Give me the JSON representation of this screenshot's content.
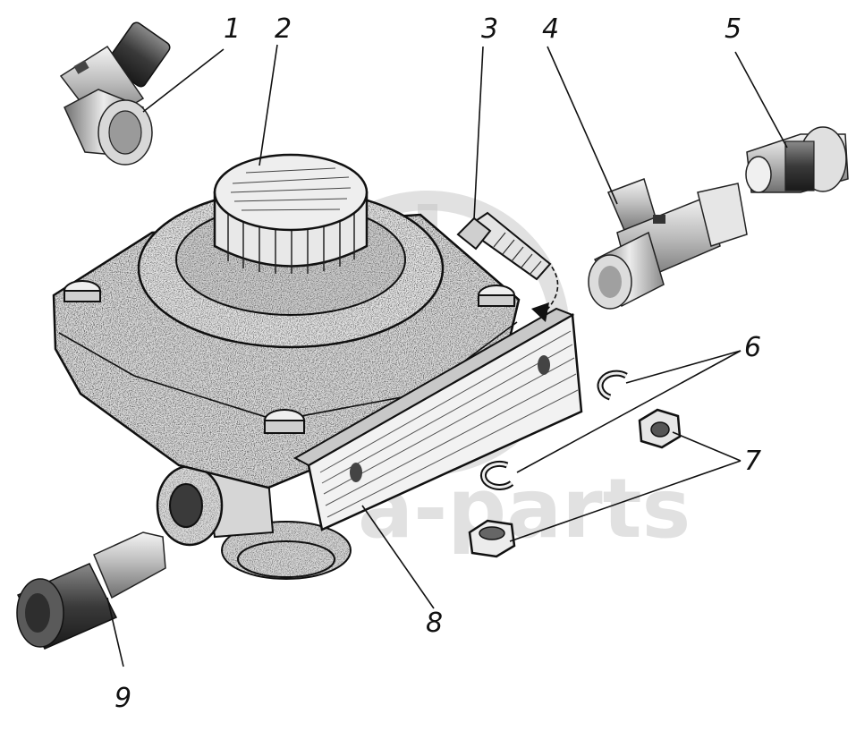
{
  "watermark": {
    "text": "a-parts"
  },
  "callouts": [
    {
      "id": "1",
      "label": "1"
    },
    {
      "id": "2",
      "label": "2"
    },
    {
      "id": "3",
      "label": "3"
    },
    {
      "id": "4",
      "label": "4"
    },
    {
      "id": "5",
      "label": "5"
    },
    {
      "id": "6",
      "label": "6"
    },
    {
      "id": "7",
      "label": "7"
    },
    {
      "id": "8",
      "label": "8"
    },
    {
      "id": "9",
      "label": "9"
    }
  ],
  "parts": [
    {
      "callout": "1",
      "shape": "elbow-fitting"
    },
    {
      "callout": "2",
      "shape": "valve-body"
    },
    {
      "callout": "3",
      "shape": "bolt"
    },
    {
      "callout": "4",
      "shape": "tee-fitting"
    },
    {
      "callout": "5",
      "shape": "straight-fitting"
    },
    {
      "callout": "6",
      "shape": "spring-washer"
    },
    {
      "callout": "7",
      "shape": "hex-nut"
    },
    {
      "callout": "8",
      "shape": "mounting-bracket"
    },
    {
      "callout": "9",
      "shape": "quick-connector"
    }
  ]
}
